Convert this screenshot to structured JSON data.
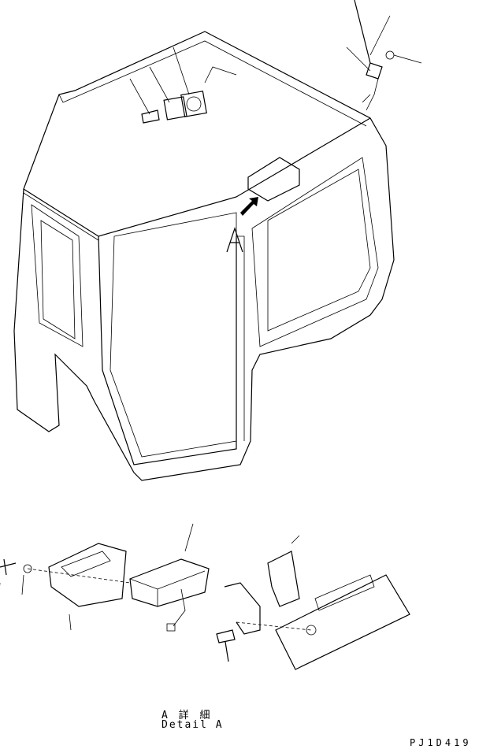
{
  "diagram": {
    "view_label": "A",
    "detail_caption_jp": "A 詳 細",
    "detail_caption_en": "Detail A",
    "drawing_number": "PJ1D419"
  }
}
